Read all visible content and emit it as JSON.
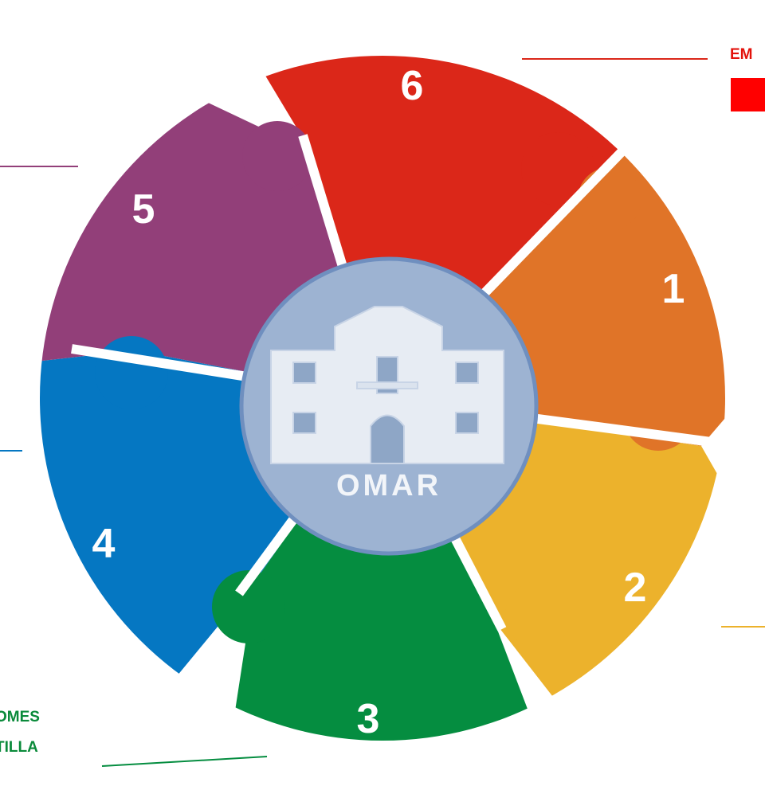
{
  "logo": {
    "text": "OMAR",
    "color": "#9db3d2",
    "border_color": "#6f8fbf"
  },
  "pieces": [
    {
      "number": "1",
      "color": "#e07428"
    },
    {
      "number": "2",
      "color": "#ecb22c"
    },
    {
      "number": "3",
      "color": "#058d40"
    },
    {
      "number": "4",
      "color": "#0577c2"
    },
    {
      "number": "5",
      "color": "#923f79"
    },
    {
      "number": "6",
      "color": "#db2719"
    }
  ],
  "labels": {
    "top_right": {
      "text": "EM",
      "color": "#e3120b",
      "swatch_color": "#ff0000"
    },
    "bottom_left_line1": {
      "text": "OMES",
      "color": "#0a8a3a"
    },
    "bottom_left_line2": {
      "text": "TILLA",
      "color": "#0a8a3a"
    }
  }
}
